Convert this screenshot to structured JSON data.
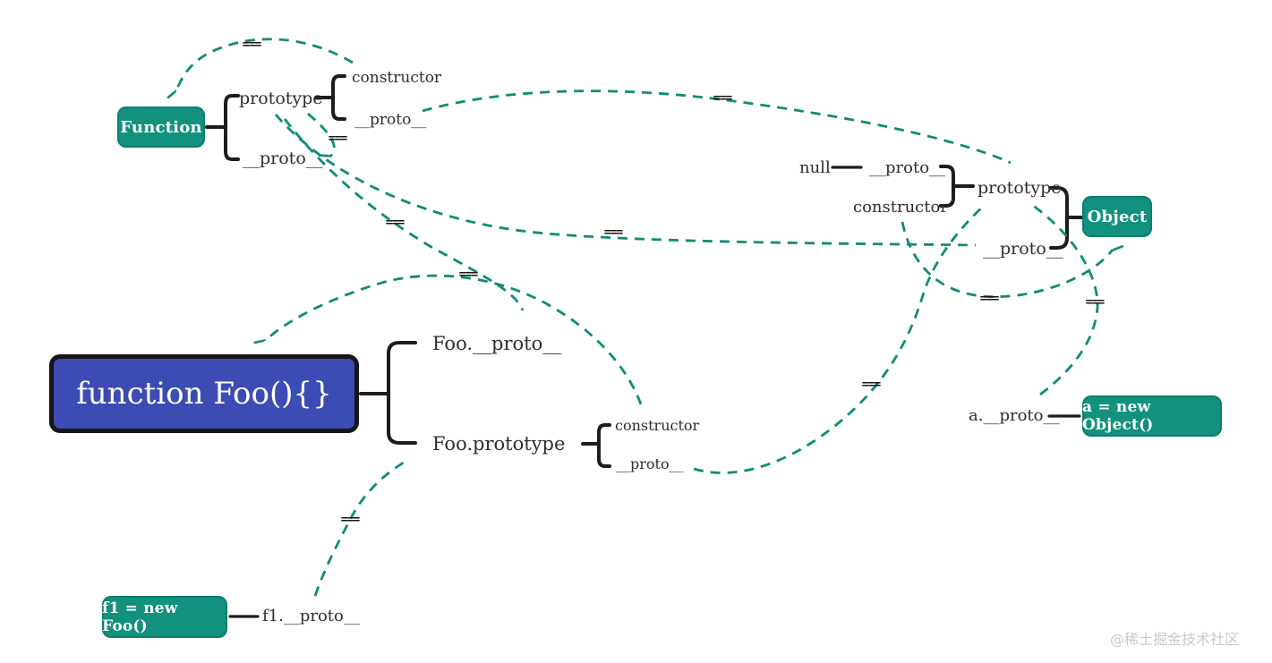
{
  "diagram": {
    "title_hint": "JavaScript prototype chain relationships",
    "colors": {
      "node_teal": "#12917E",
      "node_blue": "#3D4CB5",
      "curve_teal": "#0E8C77",
      "bracket_black": "#1d1d1d",
      "text_dark": "#2e2e2e",
      "watermark_gray": "#c9c9c9"
    },
    "function_group": {
      "box": "Function",
      "prototype": "prototype",
      "proto": "__proto__",
      "prototype_children": {
        "constructor": "constructor",
        "proto": "__proto__"
      }
    },
    "object_group": {
      "null": "null",
      "proto_top": "__proto__",
      "constructor": "constructor",
      "prototype": "prototype",
      "proto_bottom": "__proto__",
      "box": "Object"
    },
    "foo_group": {
      "box": "function Foo(){}",
      "foo_proto": "Foo.__proto__",
      "foo_prototype": "Foo.prototype",
      "prototype_children": {
        "constructor": "constructor",
        "proto": "__proto__"
      }
    },
    "f1_group": {
      "box": "f1 = new Foo()",
      "proto": "f1.__proto__"
    },
    "a_group": {
      "box": "a = new Object()",
      "proto": "a.__proto__"
    },
    "edges": [
      {
        "from": "Function.prototype.constructor",
        "to": "Function",
        "label": "==="
      },
      {
        "from": "Function.__proto__",
        "to": "Function.prototype",
        "label": "==="
      },
      {
        "from": "Foo.__proto__",
        "to": "Function.prototype",
        "label": "==="
      },
      {
        "from": "Object.__proto__",
        "to": "Function.prototype",
        "label": "==="
      },
      {
        "from": "Foo.prototype.constructor",
        "to": "function Foo(){}",
        "label": "==="
      },
      {
        "from": "Function.prototype.__proto__",
        "to": "Object.prototype",
        "label": "==="
      },
      {
        "from": "Foo.prototype.__proto__",
        "to": "Object.prototype",
        "label": "==="
      },
      {
        "from": "Object.prototype.constructor",
        "to": "Object",
        "label": "==="
      },
      {
        "from": "a.__proto__",
        "to": "Object.prototype",
        "label": "==="
      },
      {
        "from": "f1.__proto__",
        "to": "Foo.prototype",
        "label": "==="
      }
    ],
    "watermark": "@稀土掘金技术社区"
  }
}
